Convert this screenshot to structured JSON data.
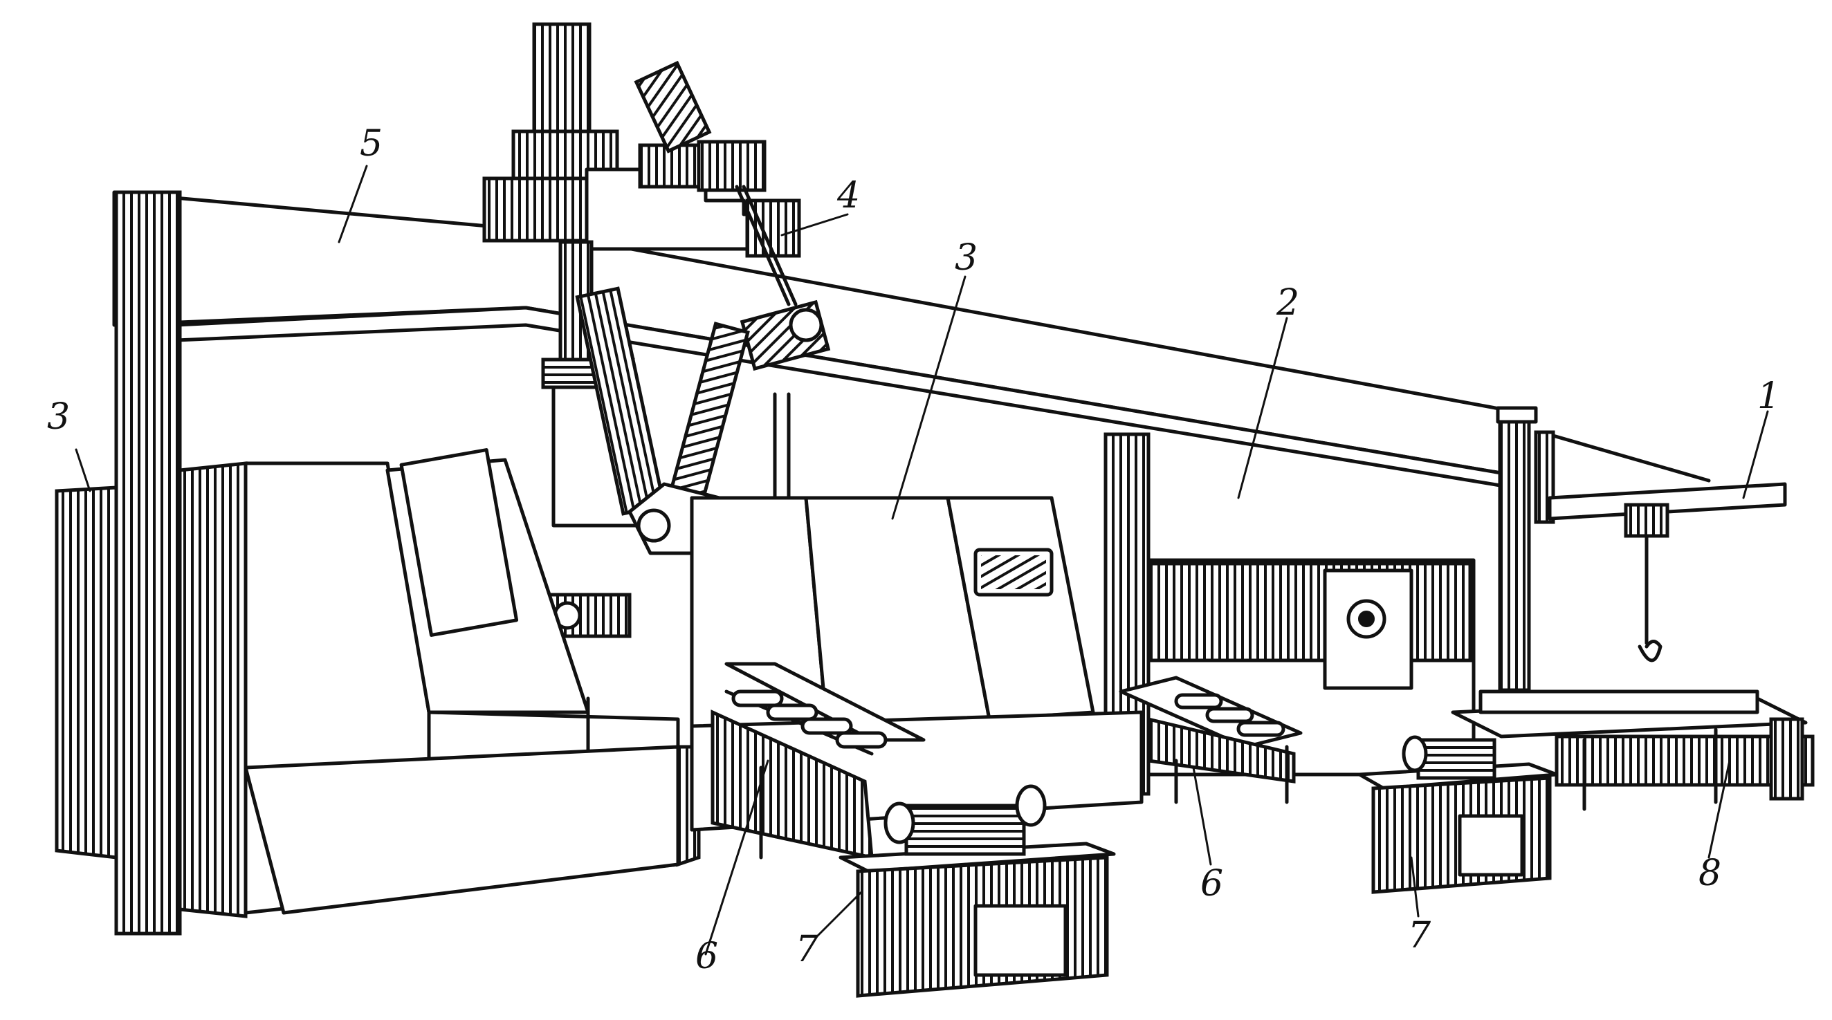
{
  "labels": {
    "l1": "1",
    "l2": "2",
    "l3a": "3",
    "l3b": "3",
    "l4": "4",
    "l5": "5",
    "l6a": "6",
    "l6b": "6",
    "l7a": "7",
    "l7b": "7",
    "l8": "8"
  },
  "colors": {
    "ink": "#111111",
    "paper": "#ffffff"
  }
}
